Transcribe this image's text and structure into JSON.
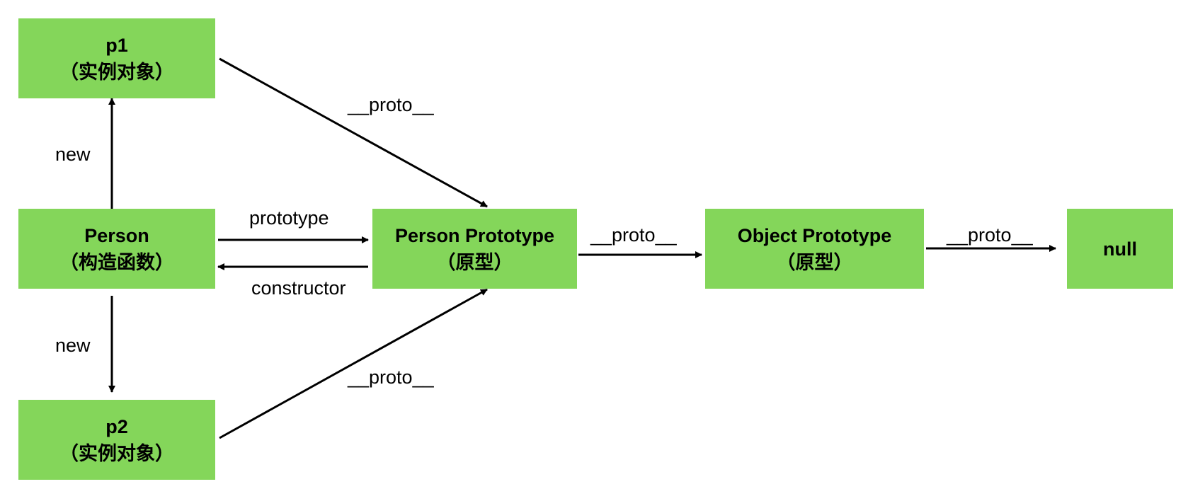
{
  "nodes": {
    "p1": {
      "title": "p1",
      "subtitle": "（实例对象）"
    },
    "person": {
      "title": "Person",
      "subtitle": "（构造函数）"
    },
    "p2": {
      "title": "p2",
      "subtitle": "（实例对象）"
    },
    "person_prototype": {
      "title": "Person Prototype",
      "subtitle": "（原型）"
    },
    "object_prototype": {
      "title": "Object Prototype",
      "subtitle": "（原型）"
    },
    "null": {
      "title": "null"
    }
  },
  "edges": {
    "person_to_p1": "new",
    "person_to_p2": "new",
    "p1_to_person_prototype": "__proto__",
    "p2_to_person_prototype": "__proto__",
    "person_to_person_prototype": "prototype",
    "person_prototype_to_person": "constructor",
    "person_prototype_to_object_prototype": "__proto__",
    "object_prototype_to_null": "__proto__"
  },
  "colors": {
    "node_fill": "#84d65a",
    "arrow": "#000000"
  }
}
